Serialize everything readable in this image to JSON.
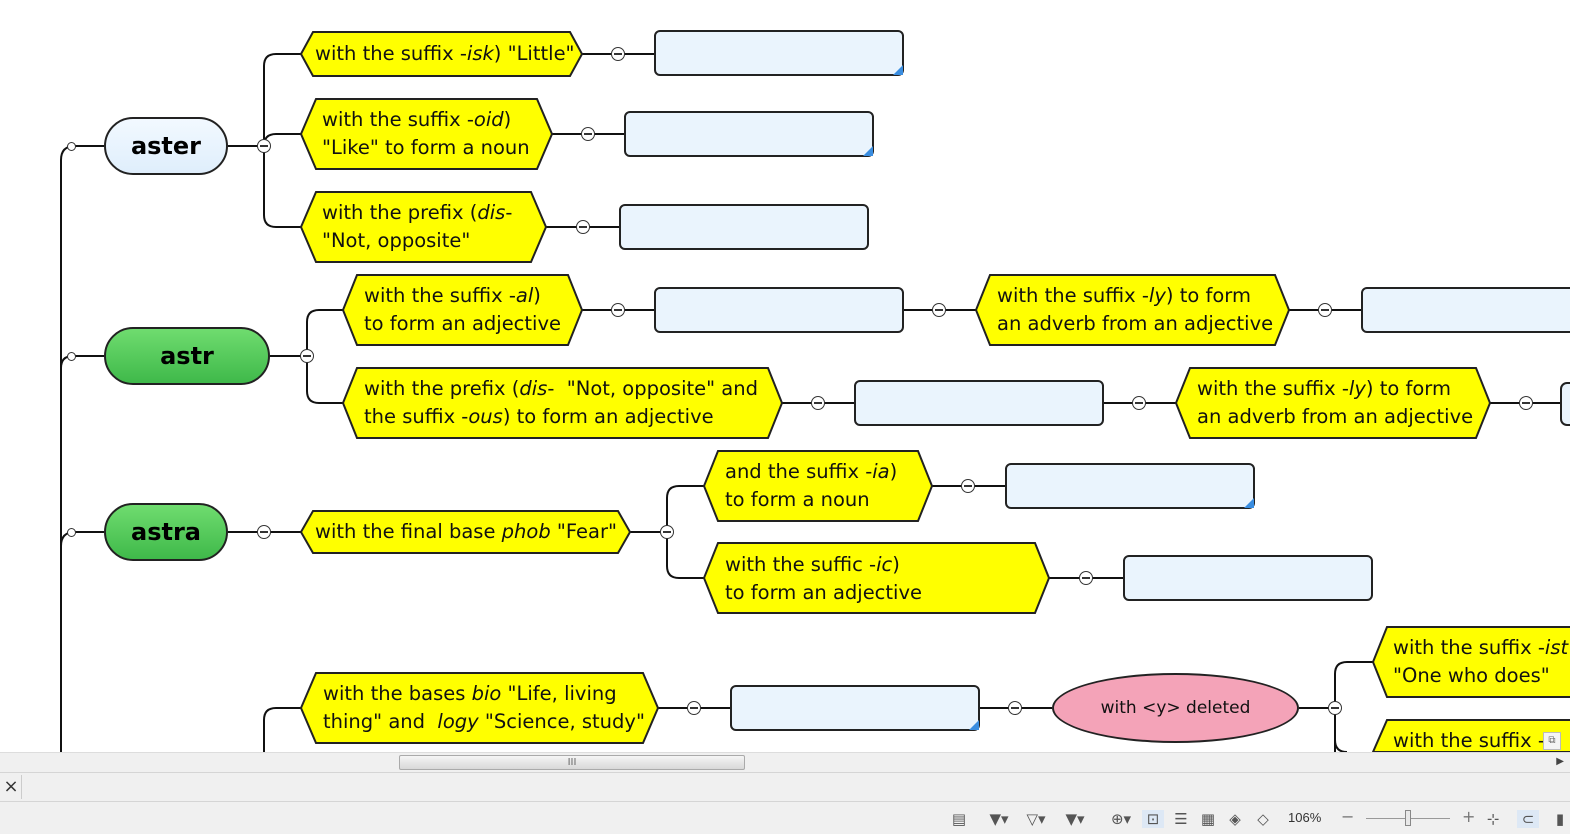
{
  "roots": [
    {
      "label": "aster"
    },
    {
      "label": "astr"
    },
    {
      "label": "astra"
    }
  ],
  "topics": {
    "t1": [
      "with the suffix -",
      "isk",
      ") \"Little\""
    ],
    "t2a": [
      "with the suffix -",
      "oid",
      ")"
    ],
    "t2b": "\"Like\" to form a noun",
    "t3a": [
      "with the prefix (",
      "dis",
      "-"
    ],
    "t3b": "\"Not, opposite\"",
    "t4a": [
      "with the suffix -",
      "al",
      ")"
    ],
    "t4b": "to form an adjective",
    "t5a": [
      "with the suffix -",
      "ly",
      ") to form"
    ],
    "t5b": "an adverb from an adjective",
    "t6a": [
      "with the prefix (",
      "dis",
      "-  \"Not, opposite\" and"
    ],
    "t6b": [
      "the suffix -",
      "ous",
      ") to form an adjective"
    ],
    "t7a": [
      "with the suffix -",
      "ly",
      ") to form"
    ],
    "t7b": "an adverb from an adjective",
    "t8": [
      "with the final base ",
      "phob",
      " \"Fear\""
    ],
    "t9a": [
      "and the suffix -",
      "ia",
      ")"
    ],
    "t9b": "to form a noun",
    "t10a": [
      "with the suffic -",
      "ic",
      ")"
    ],
    "t10b": "to form an adjective",
    "t11a": [
      "with the bases ",
      "bio",
      " \"Life, living"
    ],
    "t11b": [
      "thing\" and  ",
      "logy",
      " \"Science, study\""
    ],
    "t12a": [
      "with the suffix -",
      "ist",
      ""
    ],
    "t12b": "\"One who does\"",
    "t13a": "with the suffix -"
  },
  "oval": {
    "label": "with <y> deleted"
  },
  "status": {
    "zoom": "106%",
    "minus": "−",
    "plus": "+",
    "close": "×",
    "scroll_grip": "III"
  },
  "colors": {
    "topic_fill": "#ffff00",
    "root_blue": "#e8f3fd",
    "root_green": "#4cc457",
    "blank_box": "#eaf4fd",
    "oval": "#f4a3b8"
  }
}
